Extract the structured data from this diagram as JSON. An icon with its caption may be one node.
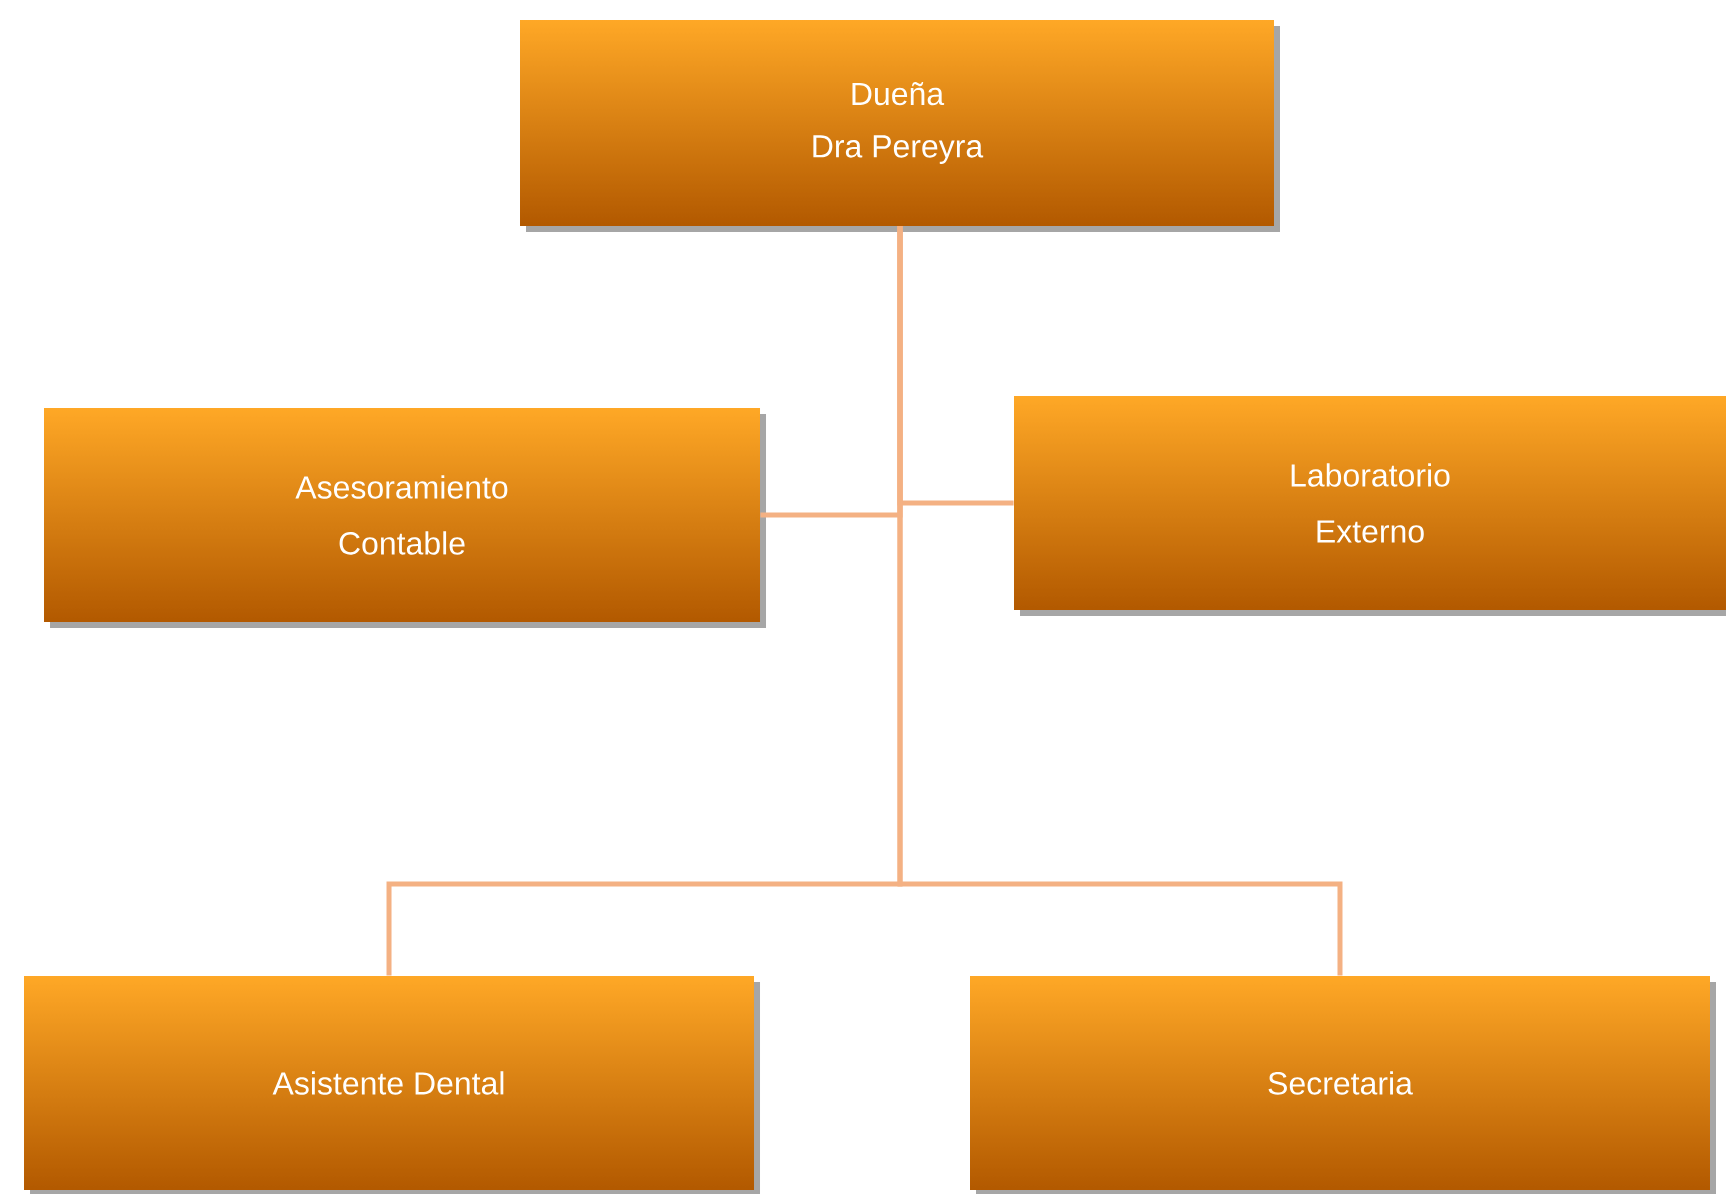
{
  "diagram": {
    "nodes": [
      {
        "text": [
          "Dueña",
          "Dra Pereyra"
        ]
      },
      {
        "text": [
          "Asesoramiento Contable"
        ]
      },
      {
        "text": [
          "Laboratorio Externo"
        ]
      },
      {
        "text": [
          "Asistente Dental"
        ]
      },
      {
        "text": [
          "Secretaria"
        ]
      }
    ],
    "edges": [
      {
        "from": 0,
        "to": 1,
        "arrow": "none"
      },
      {
        "from": 0,
        "to": 2,
        "arrow": "none"
      },
      {
        "from": 0,
        "to": 3,
        "arrow": "none"
      },
      {
        "from": 0,
        "to": 4,
        "arrow": "none"
      }
    ]
  }
}
